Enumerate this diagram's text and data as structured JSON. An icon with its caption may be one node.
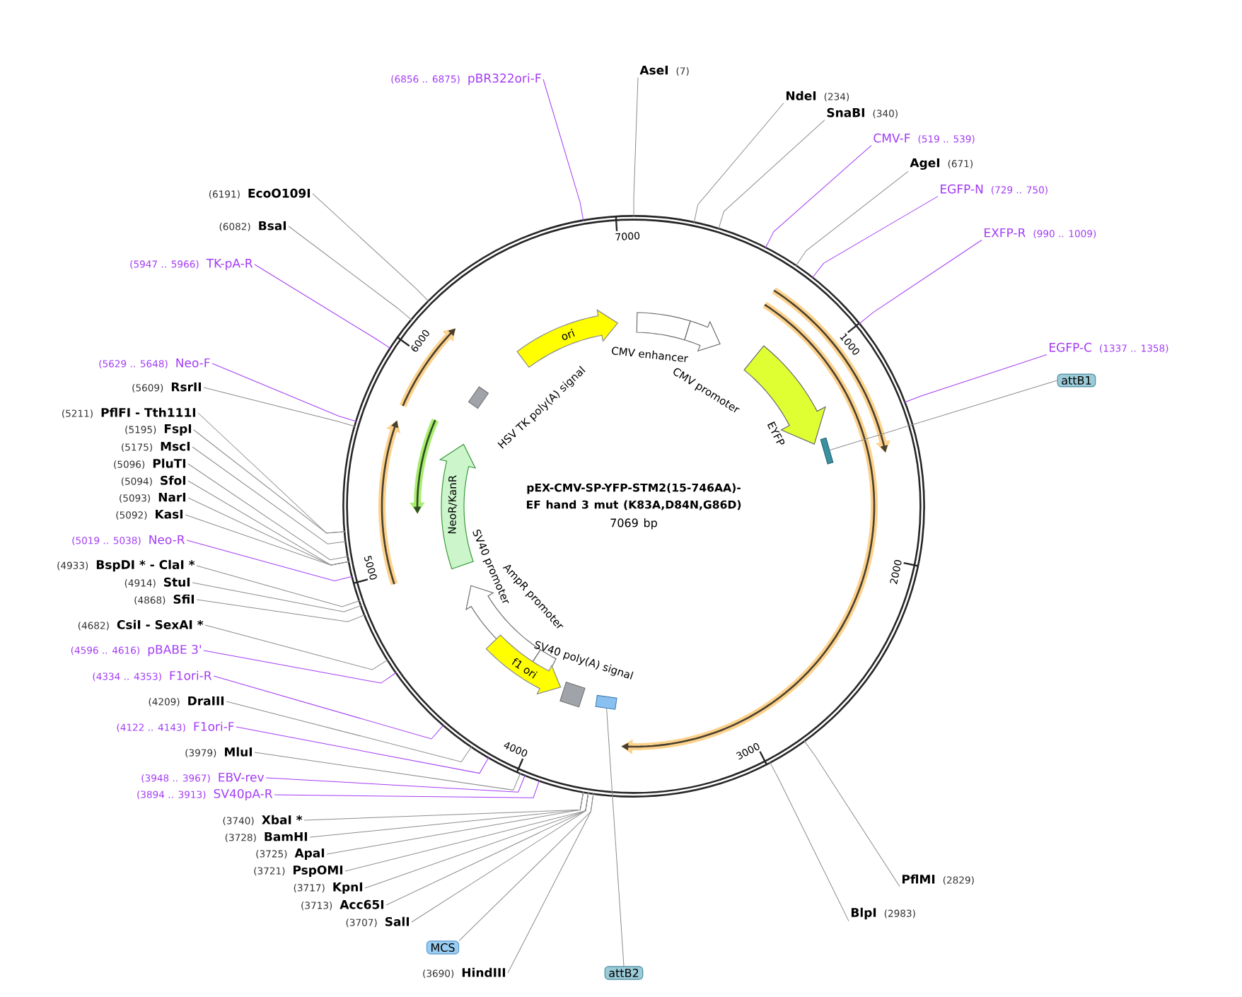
{
  "diagram": {
    "nodes": [
      {
        "text": [
          "pEX-CMV-SP-YFP-STM2(15-746AA)-EF hand 3 mut (K83A,D84N,G86D)",
          "7069 bp"
        ]
      },
      {
        "text": [
          "ori"
        ],
        "in": 0
      },
      {
        "text": [
          "CMV enhancer"
        ],
        "in": 0
      },
      {
        "text": [
          "CMV promoter"
        ],
        "in": 0
      },
      {
        "text": [
          "EYFP"
        ],
        "in": 0
      },
      {
        "text": [],
        "shape": "box",
        "in": 0
      },
      {
        "text": [
          "HSV TK poly(A) signal"
        ],
        "in": 0
      },
      {
        "text": [
          "NeoR/KanR"
        ],
        "in": 0
      },
      {
        "text": [
          "SV40 promoter"
        ],
        "in": 0
      },
      {
        "text": [
          "AmpR promoter"
        ],
        "in": 0
      },
      {
        "text": [
          "f1 ori"
        ],
        "in": 0
      },
      {
        "text": [
          "SV40 poly(A) signal"
        ],
        "in": 0
      },
      {
        "text": [],
        "shape": "box",
        "in": 0
      },
      {
        "text": [
          "AseI",
          "(7)"
        ]
      },
      {
        "text": [
          "NdeI",
          "(234)"
        ]
      },
      {
        "text": [
          "SnaBI",
          "(340)"
        ]
      },
      {
        "text": [
          "CMV-F",
          "(519 .. 539)"
        ]
      },
      {
        "text": [
          "AgeI",
          "(671)"
        ]
      },
      {
        "text": [
          "EGFP-N",
          "(729 .. 750)"
        ]
      },
      {
        "text": [
          "EXFP-R",
          "(990 .. 1009)"
        ]
      },
      {
        "text": [
          "EGFP-C",
          "(1337 .. 1358)"
        ]
      },
      {
        "text": [
          "attB1"
        ]
      },
      {
        "text": [
          "PflMI",
          "(2829)"
        ]
      },
      {
        "text": [
          "BlpI",
          "(2983)"
        ]
      },
      {
        "text": [
          "attB2"
        ]
      },
      {
        "text": [
          "(3690)",
          "HindIII"
        ]
      },
      {
        "text": [
          "MCS"
        ]
      },
      {
        "text": [
          "(3707)",
          "SalI"
        ]
      },
      {
        "text": [
          "(3713)",
          "Acc65I"
        ]
      },
      {
        "text": [
          "(3717)",
          "KpnI"
        ]
      },
      {
        "text": [
          "(3721)",
          "PspOMI"
        ]
      },
      {
        "text": [
          "(3725)",
          "ApaI"
        ]
      },
      {
        "text": [
          "(3728)",
          "BamHI"
        ]
      },
      {
        "text": [
          "(3740)",
          "XbaI *"
        ]
      },
      {
        "text": [
          "(3894 .. 3913)",
          "SV40pA-R"
        ]
      },
      {
        "text": [
          "(3948 .. 3967)",
          "EBV-rev"
        ]
      },
      {
        "text": [
          "(3979)",
          "MluI"
        ]
      },
      {
        "text": [
          "(4122 .. 4143)",
          "F1ori-F"
        ]
      },
      {
        "text": [
          "(4209)",
          "DraIII"
        ]
      },
      {
        "text": [
          "(4334 .. 4353)",
          "F1ori-R"
        ]
      },
      {
        "text": [
          "(4596 .. 4616)",
          "pBABE 3'"
        ]
      },
      {
        "text": [
          "(4682)",
          "CsiI - SexAI *"
        ]
      },
      {
        "text": [
          "(4868)",
          "SfiI"
        ]
      },
      {
        "text": [
          "(4914)",
          "StuI"
        ]
      },
      {
        "text": [
          "(4933)",
          "BspDI * - ClaI *"
        ]
      },
      {
        "text": [
          "(5019 .. 5038)",
          "Neo-R"
        ]
      },
      {
        "text": [
          "(5092)",
          "KasI"
        ]
      },
      {
        "text": [
          "(5093)",
          "NarI"
        ]
      },
      {
        "text": [
          "(5094)",
          "SfoI"
        ]
      },
      {
        "text": [
          "(5096)",
          "PluTI"
        ]
      },
      {
        "text": [
          "(5175)",
          "MscI"
        ]
      },
      {
        "text": [
          "(5195)",
          "FspI"
        ]
      },
      {
        "text": [
          "(5211)",
          "PflFI - Tth111I"
        ]
      },
      {
        "text": [
          "(5609)",
          "RsrII"
        ]
      },
      {
        "text": [
          "(5629 .. 5648)",
          "Neo-F"
        ]
      },
      {
        "text": [
          "(5947 .. 5966)",
          "TK-pA-R"
        ]
      },
      {
        "text": [
          "(6082)",
          "BsaI"
        ]
      },
      {
        "text": [
          "(6191)",
          "EcoO109I"
        ]
      },
      {
        "text": [
          "(6856 .. 6875)",
          "pBR322ori-F"
        ]
      }
    ],
    "edges": [
      {
        "from": 13,
        "to": 0,
        "arrow": "none"
      },
      {
        "from": 14,
        "to": 0,
        "arrow": "none"
      },
      {
        "from": 15,
        "to": 0,
        "arrow": "none"
      },
      {
        "from": 16,
        "to": 0,
        "arrow": "none",
        "color": "#a33cf5"
      },
      {
        "from": 17,
        "to": 0,
        "arrow": "none"
      },
      {
        "from": 18,
        "to": 0,
        "arrow": "none",
        "color": "#a33cf5"
      },
      {
        "from": 19,
        "to": 0,
        "arrow": "none",
        "color": "#a33cf5"
      },
      {
        "from": 20,
        "to": 0,
        "arrow": "none",
        "color": "#a33cf5"
      },
      {
        "from": 21,
        "to": 5,
        "arrow": "none"
      },
      {
        "from": 22,
        "to": 0,
        "arrow": "none"
      },
      {
        "from": 23,
        "to": 0,
        "arrow": "none"
      },
      {
        "from": 24,
        "to": 12,
        "arrow": "none"
      },
      {
        "from": 25,
        "to": 0,
        "arrow": "none"
      },
      {
        "from": 26,
        "to": 0,
        "arrow": "none"
      },
      {
        "from": 27,
        "to": 0,
        "arrow": "none"
      },
      {
        "from": 28,
        "to": 0,
        "arrow": "none"
      },
      {
        "from": 29,
        "to": 0,
        "arrow": "none"
      },
      {
        "from": 30,
        "to": 0,
        "arrow": "none"
      },
      {
        "from": 31,
        "to": 0,
        "arrow": "none"
      },
      {
        "from": 32,
        "to": 0,
        "arrow": "none"
      },
      {
        "from": 33,
        "to": 0,
        "arrow": "none"
      },
      {
        "from": 34,
        "to": 0,
        "arrow": "none",
        "color": "#a33cf5"
      },
      {
        "from": 35,
        "to": 0,
        "arrow": "none",
        "color": "#a33cf5"
      },
      {
        "from": 36,
        "to": 0,
        "arrow": "none"
      },
      {
        "from": 37,
        "to": 0,
        "arrow": "none",
        "color": "#a33cf5"
      },
      {
        "from": 38,
        "to": 0,
        "arrow": "none"
      },
      {
        "from": 39,
        "to": 0,
        "arrow": "none",
        "color": "#a33cf5"
      },
      {
        "from": 40,
        "to": 0,
        "arrow": "none",
        "color": "#a33cf5"
      },
      {
        "from": 41,
        "to": 0,
        "arrow": "none"
      },
      {
        "from": 42,
        "to": 0,
        "arrow": "none"
      },
      {
        "from": 43,
        "to": 0,
        "arrow": "none"
      },
      {
        "from": 44,
        "to": 0,
        "arrow": "none"
      },
      {
        "from": 45,
        "to": 0,
        "arrow": "none",
        "color": "#a33cf5"
      },
      {
        "from": 46,
        "to": 0,
        "arrow": "none"
      },
      {
        "from": 47,
        "to": 0,
        "arrow": "none"
      },
      {
        "from": 48,
        "to": 0,
        "arrow": "none"
      },
      {
        "from": 49,
        "to": 0,
        "arrow": "none"
      },
      {
        "from": 50,
        "to": 0,
        "arrow": "none"
      },
      {
        "from": 51,
        "to": 0,
        "arrow": "none"
      },
      {
        "from": 52,
        "to": 0,
        "arrow": "none"
      },
      {
        "from": 53,
        "to": 0,
        "arrow": "none"
      },
      {
        "from": 54,
        "to": 0,
        "arrow": "none",
        "color": "#a33cf5"
      },
      {
        "from": 55,
        "to": 0,
        "arrow": "none",
        "color": "#a33cf5"
      },
      {
        "from": 56,
        "to": 0,
        "arrow": "none"
      },
      {
        "from": 57,
        "to": 0,
        "arrow": "none"
      },
      {
        "from": 58,
        "to": 0,
        "arrow": "none",
        "color": "#a33cf5"
      }
    ],
    "labels": [
      "1000",
      "2000",
      "3000",
      "4000",
      "5000",
      "6000",
      "7000"
    ]
  }
}
